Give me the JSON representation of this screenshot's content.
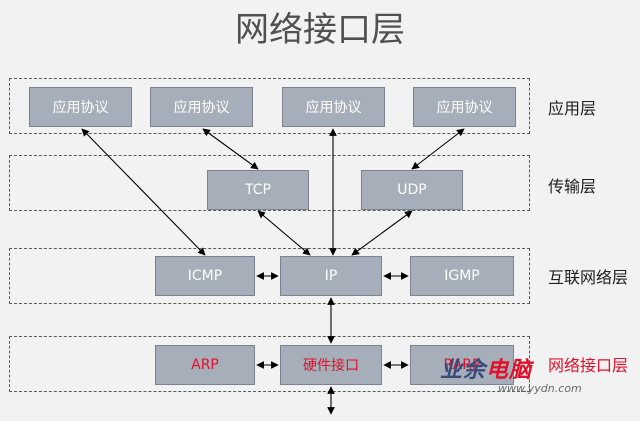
{
  "title": "网络接口层",
  "layers": {
    "application": {
      "label": "应用层",
      "boxes": [
        "应用协议",
        "应用协议",
        "应用协议",
        "应用协议"
      ]
    },
    "transport": {
      "label": "传输层",
      "boxes": [
        "TCP",
        "UDP"
      ]
    },
    "internet": {
      "label": "互联网络层",
      "boxes": [
        "ICMP",
        "IP",
        "IGMP"
      ]
    },
    "link": {
      "label": "网络接口层",
      "boxes": [
        "ARP",
        "硬件接口",
        "RARP"
      ]
    }
  },
  "watermark": {
    "text_a": "业余",
    "text_b": "电脑",
    "url": "www.yydn.com"
  },
  "colors": {
    "box_fill": "#a6aeb9",
    "link_text": "#e0102a",
    "arrow": "#000000"
  }
}
